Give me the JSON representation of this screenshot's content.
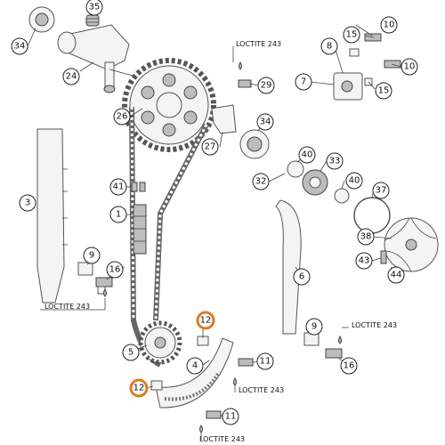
{
  "callouts": [
    {
      "id": "c35",
      "num": "35",
      "highlight": false
    },
    {
      "id": "c34a",
      "num": "34",
      "highlight": false
    },
    {
      "id": "c24",
      "num": "24",
      "highlight": false
    },
    {
      "id": "c26",
      "num": "26",
      "highlight": false
    },
    {
      "id": "c3",
      "num": "3",
      "highlight": false
    },
    {
      "id": "c41",
      "num": "41",
      "highlight": false
    },
    {
      "id": "c1",
      "num": "1",
      "highlight": false
    },
    {
      "id": "c9a",
      "num": "9",
      "highlight": false
    },
    {
      "id": "c16a",
      "num": "16",
      "highlight": false
    },
    {
      "id": "c5",
      "num": "5",
      "highlight": false
    },
    {
      "id": "c12a",
      "num": "12",
      "highlight": true
    },
    {
      "id": "c12b",
      "num": "12",
      "highlight": true
    },
    {
      "id": "c4",
      "num": "4",
      "highlight": false
    },
    {
      "id": "c11a",
      "num": "11",
      "highlight": false
    },
    {
      "id": "c11b",
      "num": "11",
      "highlight": false
    },
    {
      "id": "c10a",
      "num": "10",
      "highlight": false
    },
    {
      "id": "c15a",
      "num": "15",
      "highlight": false
    },
    {
      "id": "c8",
      "num": "8",
      "highlight": false
    },
    {
      "id": "c7",
      "num": "7",
      "highlight": false
    },
    {
      "id": "c15b",
      "num": "15",
      "highlight": false
    },
    {
      "id": "c10b",
      "num": "10",
      "highlight": false
    },
    {
      "id": "c29",
      "num": "29",
      "highlight": false
    },
    {
      "id": "c27",
      "num": "27",
      "highlight": false
    },
    {
      "id": "c34b",
      "num": "34",
      "highlight": false
    },
    {
      "id": "c40a",
      "num": "40",
      "highlight": false
    },
    {
      "id": "c33",
      "num": "33",
      "highlight": false
    },
    {
      "id": "c32",
      "num": "32",
      "highlight": false
    },
    {
      "id": "c40b",
      "num": "40",
      "highlight": false
    },
    {
      "id": "c37",
      "num": "37",
      "highlight": false
    },
    {
      "id": "c38",
      "num": "38",
      "highlight": false
    },
    {
      "id": "c43",
      "num": "43",
      "highlight": false
    },
    {
      "id": "c44",
      "num": "44",
      "highlight": false
    },
    {
      "id": "c6",
      "num": "6",
      "highlight": false
    },
    {
      "id": "c9b",
      "num": "9",
      "highlight": false
    },
    {
      "id": "c16b",
      "num": "16",
      "highlight": false
    }
  ],
  "notes": [
    {
      "id": "n1",
      "text": "LOCTITE 243"
    },
    {
      "id": "n2",
      "text": "LOCTITE 243"
    },
    {
      "id": "n3",
      "text": "LOCTITE 243"
    },
    {
      "id": "n4",
      "text": "LOCTITE 243"
    },
    {
      "id": "n5",
      "text": "LOCTITE 243"
    }
  ],
  "colors": {
    "highlight": "#e07a1f",
    "ink": "#111111",
    "part": "#f4f4f4"
  }
}
